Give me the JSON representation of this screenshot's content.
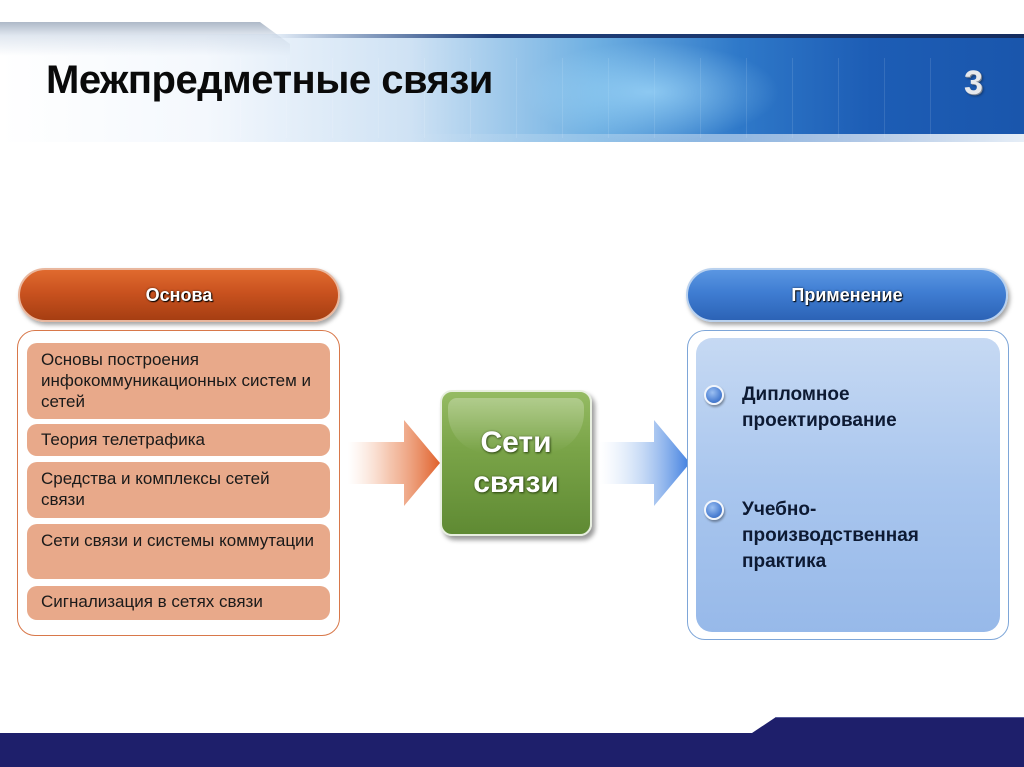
{
  "header": {
    "title": "Межпредметные связи",
    "slide_number": "3"
  },
  "foundation": {
    "label": "Основа",
    "items": [
      "Основы построения инфокоммуникационных систем и сетей",
      "Теория телетрафика",
      "Средства и комплексы сетей связи",
      "Сети связи и системы коммутации",
      "Сигнализация в сетях связи"
    ]
  },
  "center": {
    "label": "Сети\nсвязи"
  },
  "application": {
    "label": "Применение",
    "items": [
      "Дипломное проектирование",
      "Учебно-производственная практика"
    ]
  },
  "colors": {
    "foundation_accent": "#c9521f",
    "foundation_item_bg": "#e8a98a",
    "center_green": "#7aa448",
    "application_accent": "#3f7dd2",
    "application_panel_bg": "#a9c6ee",
    "footer_navy": "#1e1f6b"
  }
}
